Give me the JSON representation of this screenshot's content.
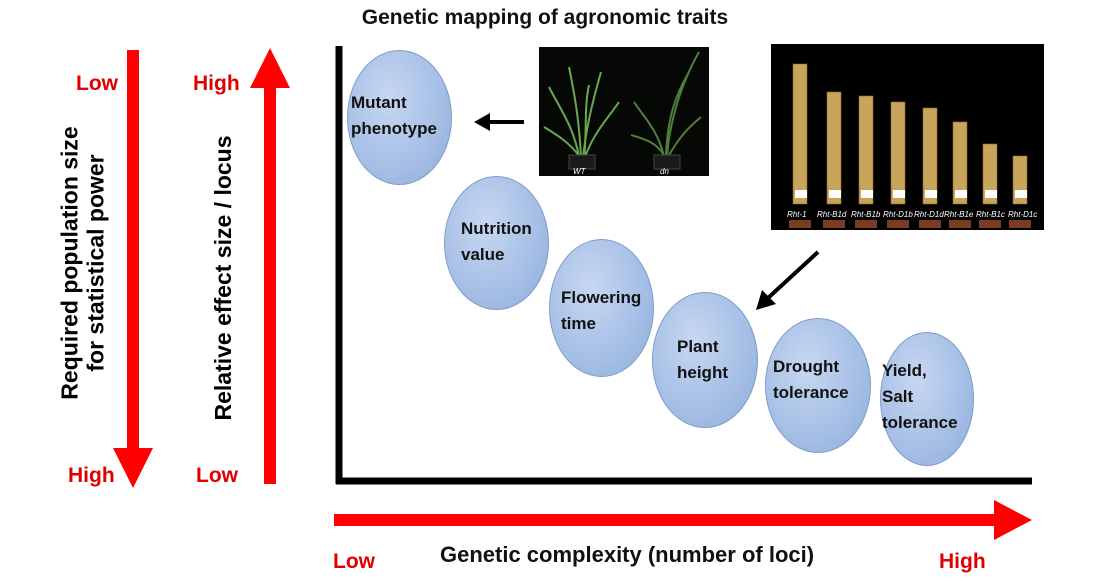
{
  "title": "Genetic mapping of agronomic traits",
  "left_axis_1": {
    "label_line1": "Required population size",
    "label_line2": "for statistical power",
    "top": "Low",
    "bottom": "High",
    "arrow_direction": "down"
  },
  "left_axis_2": {
    "label": "Relative effect size / locus",
    "top": "High",
    "bottom": "Low",
    "arrow_direction": "up"
  },
  "x_axis": {
    "label": "Genetic complexity (number of loci)",
    "left": "Low",
    "right": "High",
    "arrow_direction": "right"
  },
  "traits": [
    {
      "line1": "Mutant",
      "line2": "phenotype",
      "line3": ""
    },
    {
      "line1": "Nutrition",
      "line2": "value",
      "line3": ""
    },
    {
      "line1": "Flowering",
      "line2": "time",
      "line3": ""
    },
    {
      "line1": "Plant",
      "line2": "height",
      "line3": ""
    },
    {
      "line1": "Drought",
      "line2": "tolerance",
      "line3": ""
    },
    {
      "line1": "Yield,",
      "line2": "Salt",
      "line3": "tolerance"
    }
  ],
  "photo_left": {
    "labels": [
      "WT",
      "dn"
    ]
  },
  "photo_right": {
    "labels": [
      "Rht-1",
      "Rht-B1d",
      "Rht-B1b",
      "Rht-D1b",
      "Rht-D1d",
      "Rht-B1e",
      "Rht-B1c",
      "Rht-D1c"
    ]
  },
  "colors": {
    "arrow_red": "#ff0000",
    "label_red": "#e00000",
    "ellipse_fill": "#a7c0e6",
    "axis": "#000000"
  }
}
